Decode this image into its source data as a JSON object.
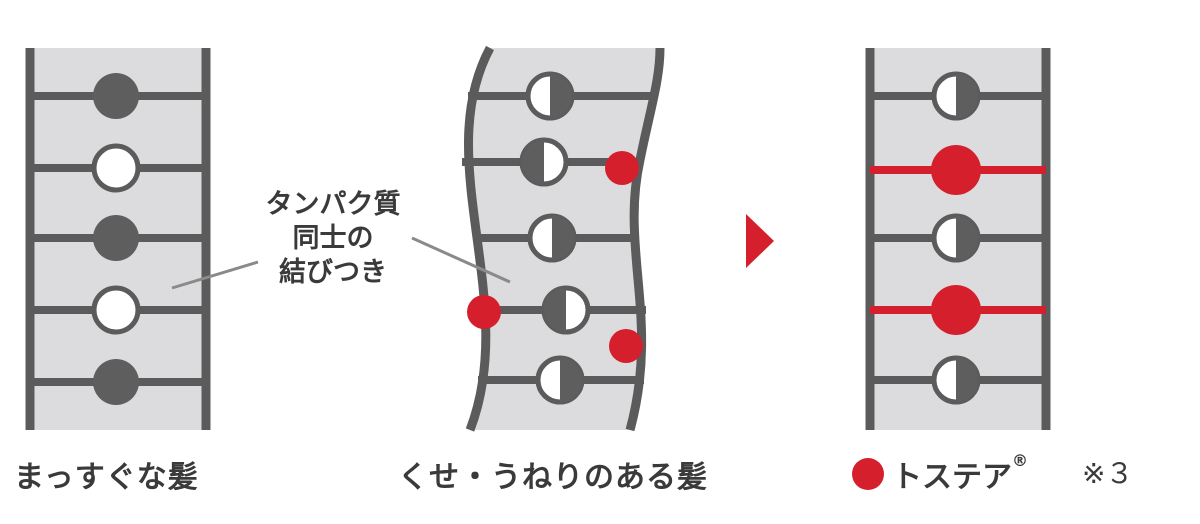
{
  "panels": [
    {
      "caption": "まっすぐな髪"
    },
    {
      "caption": "くせ・うねりのある髪"
    }
  ],
  "callout": {
    "lines": [
      "タンパク質",
      "同士の",
      "結びつき"
    ]
  },
  "legend": {
    "label": "トステア",
    "reg_mark": "®",
    "footnote": "※３"
  },
  "colors": {
    "rail": "#5b5b5b",
    "fill": "#dcdcde",
    "node_dark": "#5e5e5e",
    "node_light": "#ffffff",
    "accent_red": "#d61f2c"
  },
  "icons": [
    "arrow-right-icon"
  ]
}
